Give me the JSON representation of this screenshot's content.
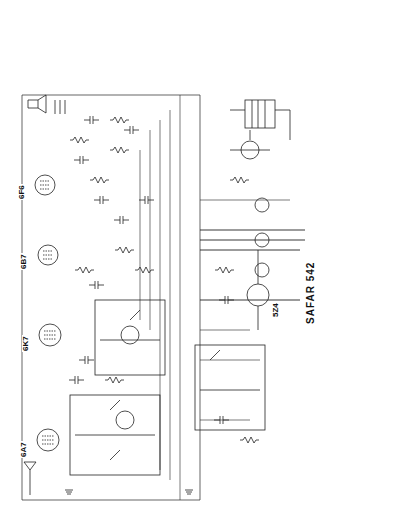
{
  "diagram": {
    "labels": [
      "6F6",
      "6B7",
      "6K7",
      "6A7",
      "5Z4",
      "SAFAR 542"
    ]
  }
}
